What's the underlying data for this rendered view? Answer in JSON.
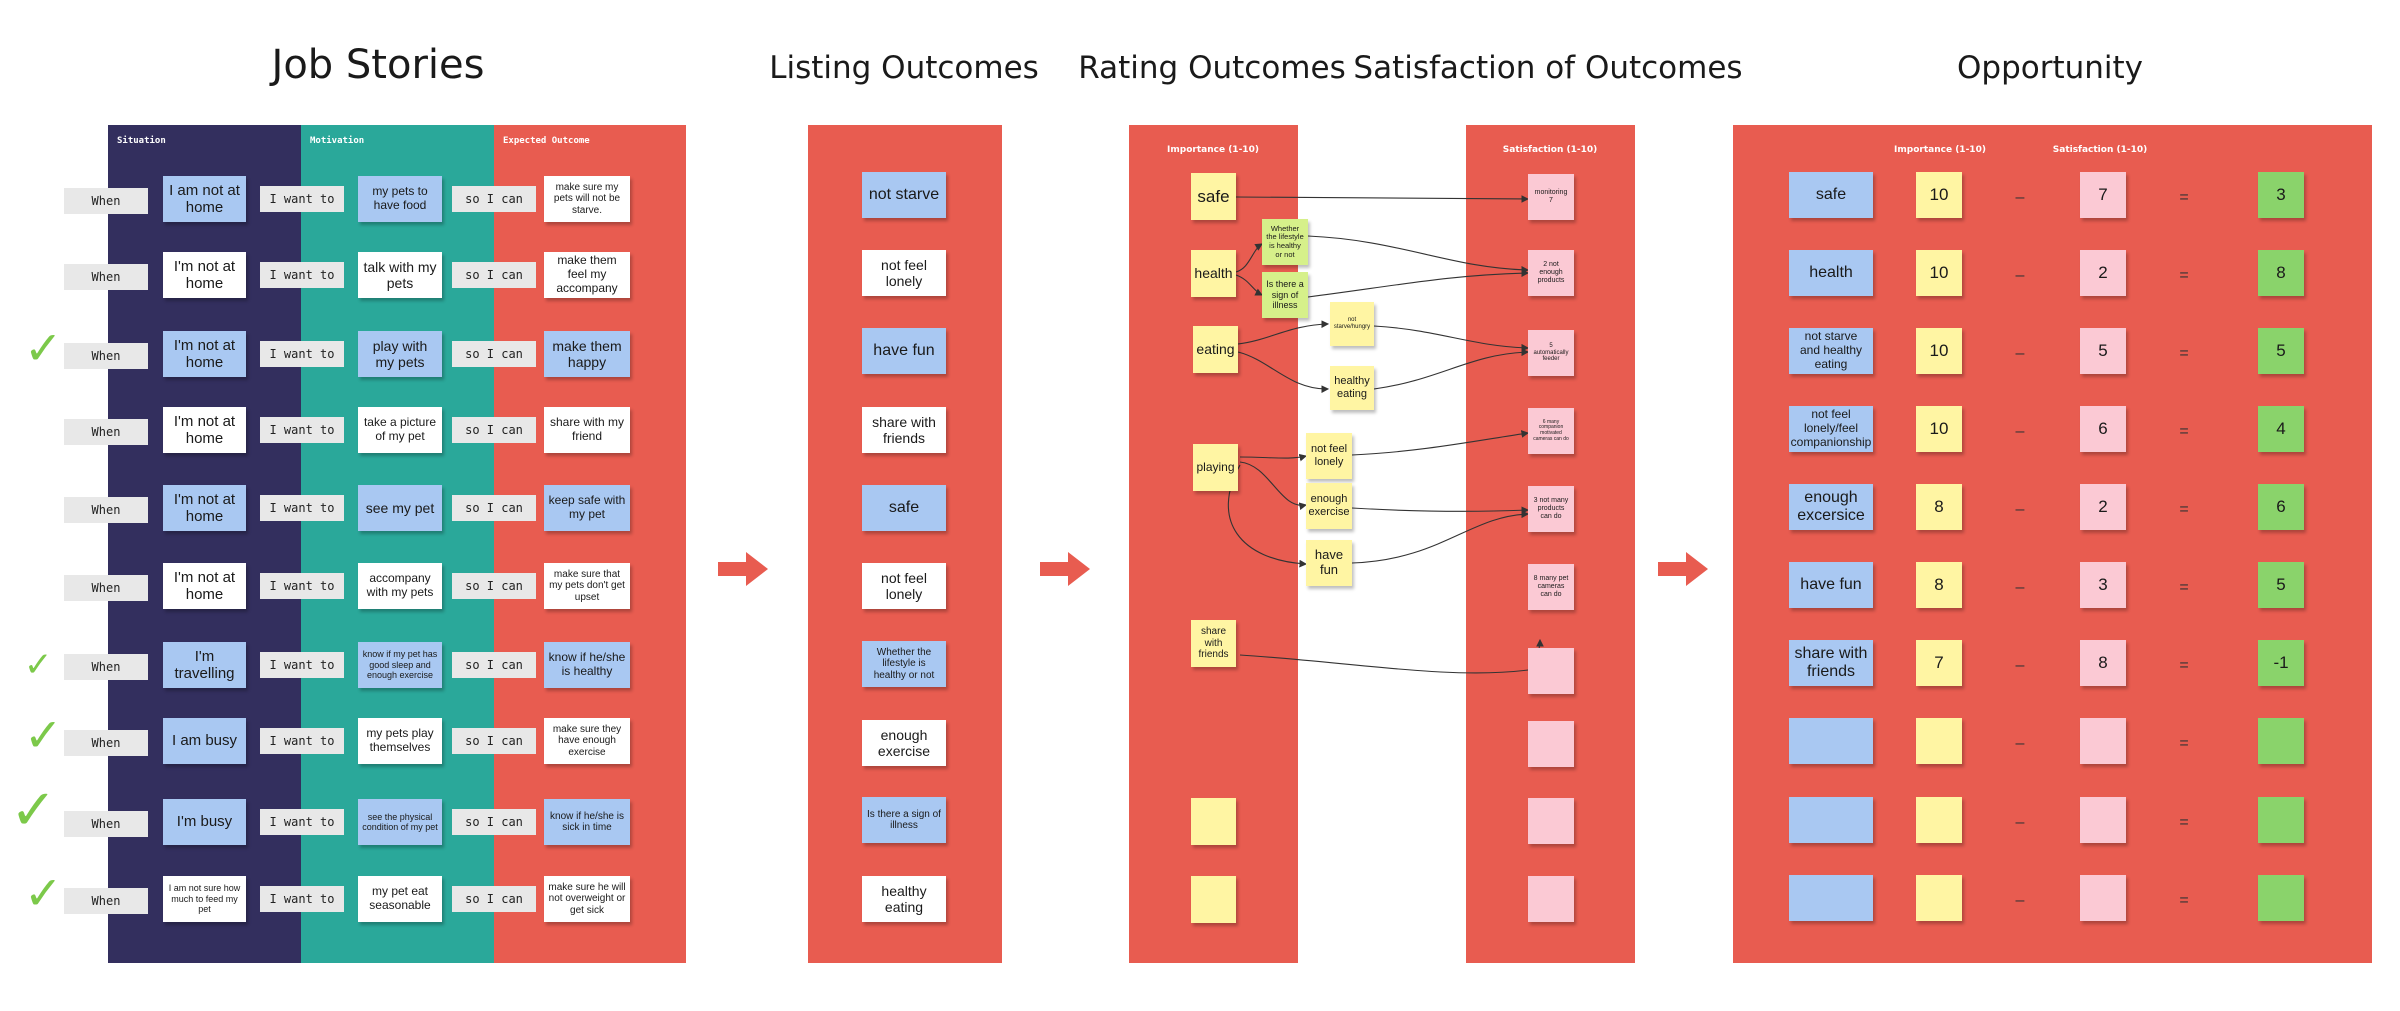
{
  "titles": {
    "job_stories": "Job Stories",
    "listing": "Listing Outcomes",
    "rating": "Rating Outcomes",
    "satisfaction": "Satisfaction of Outcomes",
    "opportunity": "Opportunity"
  },
  "job_stories": {
    "headers": {
      "situation": "Situation",
      "motivation": "Motivation",
      "expected": "Expected Outcome"
    },
    "connectors": {
      "when": "When",
      "want": "I want to",
      "so": "so I can"
    },
    "rows": [
      {
        "situation": "I am not at home",
        "motivation": "my pets to have food",
        "outcome": "make sure my pets will not be starve.",
        "checked": false
      },
      {
        "situation": "I'm not at home",
        "motivation": "talk with my pets",
        "outcome": "make them feel my accompany",
        "checked": false
      },
      {
        "situation": "I'm not at home",
        "motivation": "play with my pets",
        "outcome": "make them happy",
        "checked": true
      },
      {
        "situation": "I'm not at home",
        "motivation": "take a picture of my pet",
        "outcome": "share with my friend",
        "checked": false
      },
      {
        "situation": "I'm not at home",
        "motivation": "see my pet",
        "outcome": "keep safe with my pet",
        "checked": false
      },
      {
        "situation": "I'm not at home",
        "motivation": "accompany with my pets",
        "outcome": "make sure that my pets don't get upset",
        "checked": false
      },
      {
        "situation": "I'm travelling",
        "motivation": "know if my pet has good sleep and enough exercise",
        "outcome": "know if he/she is healthy",
        "checked": true
      },
      {
        "situation": "I am busy",
        "motivation": "my pets play themselves",
        "outcome": "make sure they have enough exercise",
        "checked": true
      },
      {
        "situation": "I'm busy",
        "motivation": "see the physical condition of my pet",
        "outcome": "know if he/she is sick in time",
        "checked": true
      },
      {
        "situation": "I am not sure how much to feed my pet",
        "motivation": "my pet eat seasonable",
        "outcome": "make sure he will not overweight or get sick",
        "checked": true
      }
    ],
    "check_glyph": "✓"
  },
  "listing": {
    "items": [
      "not starve",
      "not feel lonely",
      "have fun",
      "share with friends",
      "safe",
      "not feel lonely",
      "Whether the lifestyle is healthy or not",
      "enough exercise",
      "Is there a sign of illness",
      "healthy eating"
    ]
  },
  "rating": {
    "header": "Importance (1-10)",
    "main": [
      "safe",
      "health",
      "eating",
      "playing",
      "share with friends"
    ],
    "sub": [
      "Whether the lifestyle is healthy or not",
      "Is there a sign of illness",
      "not starve/hungry",
      "healthy eating",
      "not feel lonely",
      "enough exercise",
      "have fun"
    ]
  },
  "satisfaction": {
    "header": "Satisfaction (1-10)",
    "notes": [
      "monitoring 7",
      "2 not enough products",
      "5 automatically feeder",
      "6 many companion motivated cameras can do",
      "3 not many products can do",
      "8 many pet cameras can do"
    ]
  },
  "opportunity": {
    "headers": {
      "importance": "Importance (1-10)",
      "satisfaction": "Satisfaction (1-10)"
    },
    "minus": "–",
    "equals": "=",
    "rows": [
      {
        "outcome": "safe",
        "importance": "10",
        "satisfaction": "7",
        "opportunity": "3"
      },
      {
        "outcome": "health",
        "importance": "10",
        "satisfaction": "2",
        "opportunity": "8"
      },
      {
        "outcome": "not starve and healthy eating",
        "importance": "10",
        "satisfaction": "5",
        "opportunity": "5"
      },
      {
        "outcome": "not feel lonely/feel companionship",
        "importance": "10",
        "satisfaction": "6",
        "opportunity": "4"
      },
      {
        "outcome": "enough excersice",
        "importance": "8",
        "satisfaction": "2",
        "opportunity": "6"
      },
      {
        "outcome": "have fun",
        "importance": "8",
        "satisfaction": "3",
        "opportunity": "5"
      },
      {
        "outcome": "share with friends",
        "importance": "7",
        "satisfaction": "8",
        "opportunity": "-1"
      },
      {
        "outcome": "",
        "importance": "",
        "satisfaction": "",
        "opportunity": ""
      },
      {
        "outcome": "",
        "importance": "",
        "satisfaction": "",
        "opportunity": ""
      },
      {
        "outcome": "",
        "importance": "",
        "satisfaction": "",
        "opportunity": ""
      }
    ]
  },
  "colors": {
    "navy": "#332f5e",
    "teal": "#2aa89a",
    "red": "#e85c50",
    "sticky_blue": "#a9c8f2",
    "sticky_yellow": "#fff5a3",
    "sticky_pink": "#fbc9d4",
    "sticky_green": "#8ad36b",
    "sticky_lime": "#d6f08a",
    "check_green": "#7cc94a"
  }
}
